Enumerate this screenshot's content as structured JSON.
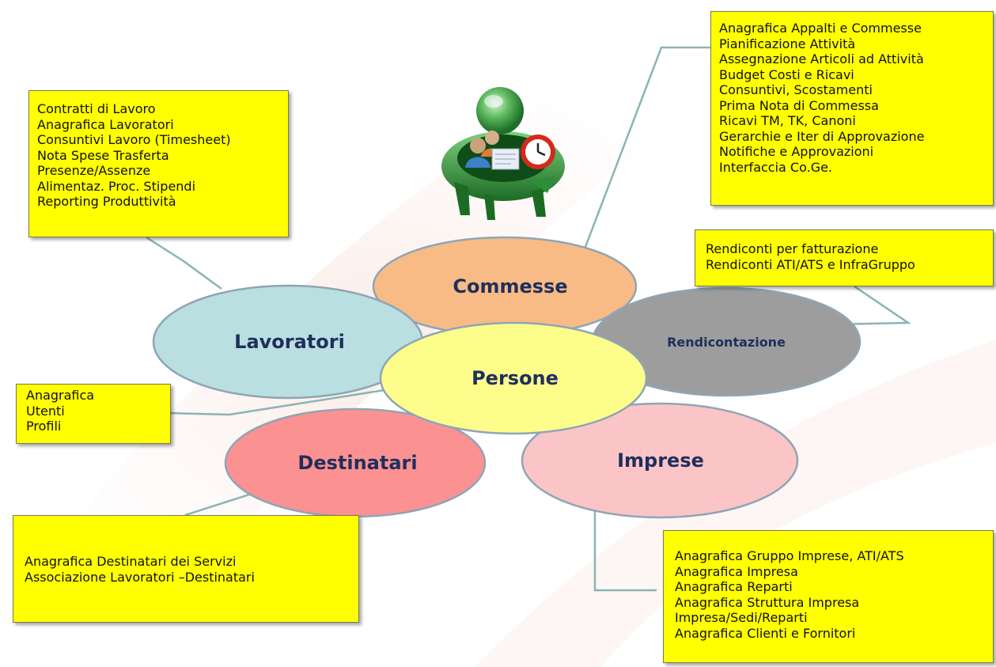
{
  "center": {
    "label": "Persone"
  },
  "petals": {
    "commesse": "Commesse",
    "lavoratori": "Lavoratori",
    "rendicontazione": "Rendicontazione",
    "destinatari": "Destinatari",
    "imprese": "Imprese"
  },
  "notes": {
    "commesse": [
      "Anagrafica Appalti e Commesse",
      "Pianificazione Attività",
      "Assegnazione Articoli ad Attività",
      "Budget Costi e Ricavi",
      "Consuntivi, Scostamenti",
      "Prima Nota di Commessa",
      "Ricavi TM, TK, Canoni",
      "Gerarchie e Iter di Approvazione",
      "Notifiche e Approvazioni",
      "Interfaccia Co.Ge."
    ],
    "lavoratori": [
      "Contratti di Lavoro",
      "Anagrafica Lavoratori",
      "Consuntivi Lavoro (Timesheet)",
      "Nota Spese Trasferta",
      "Presenze/Assenze",
      "Alimentaz. Proc. Stipendi",
      "Reporting Produttività"
    ],
    "rendicontazione": [
      "Rendiconti per fatturazione",
      "Rendiconti ATI/ATS e InfraGruppo"
    ],
    "persone": [
      "Anagrafica",
      "Utenti",
      "Profili"
    ],
    "destinatari": [
      "Anagrafica Destinatari dei Servizi",
      "Associazione Lavoratori –Destinatari"
    ],
    "imprese": [
      "Anagrafica Gruppo Imprese, ATI/ATS",
      "Anagrafica Impresa",
      "Anagrafica Reparti",
      "Anagrafica Struttura Impresa",
      "Impresa/Sedi/Reparti",
      "Anagrafica Clienti e Fornitori"
    ]
  },
  "colors": {
    "note_bg": "#ffff00",
    "commesse": "#f8bb86",
    "lavoratori": "#b9dfe1",
    "rendicontazione": "#9d9d9d",
    "persone": "#fdfd8c",
    "destinatari": "#fb9191",
    "imprese": "#fbc5c8",
    "ellipse_stroke": "#8fa5b5",
    "label": "#1f2f5c",
    "connector": "#8bb4b4"
  },
  "icons": {
    "app_logo": "app-logo-icon"
  }
}
